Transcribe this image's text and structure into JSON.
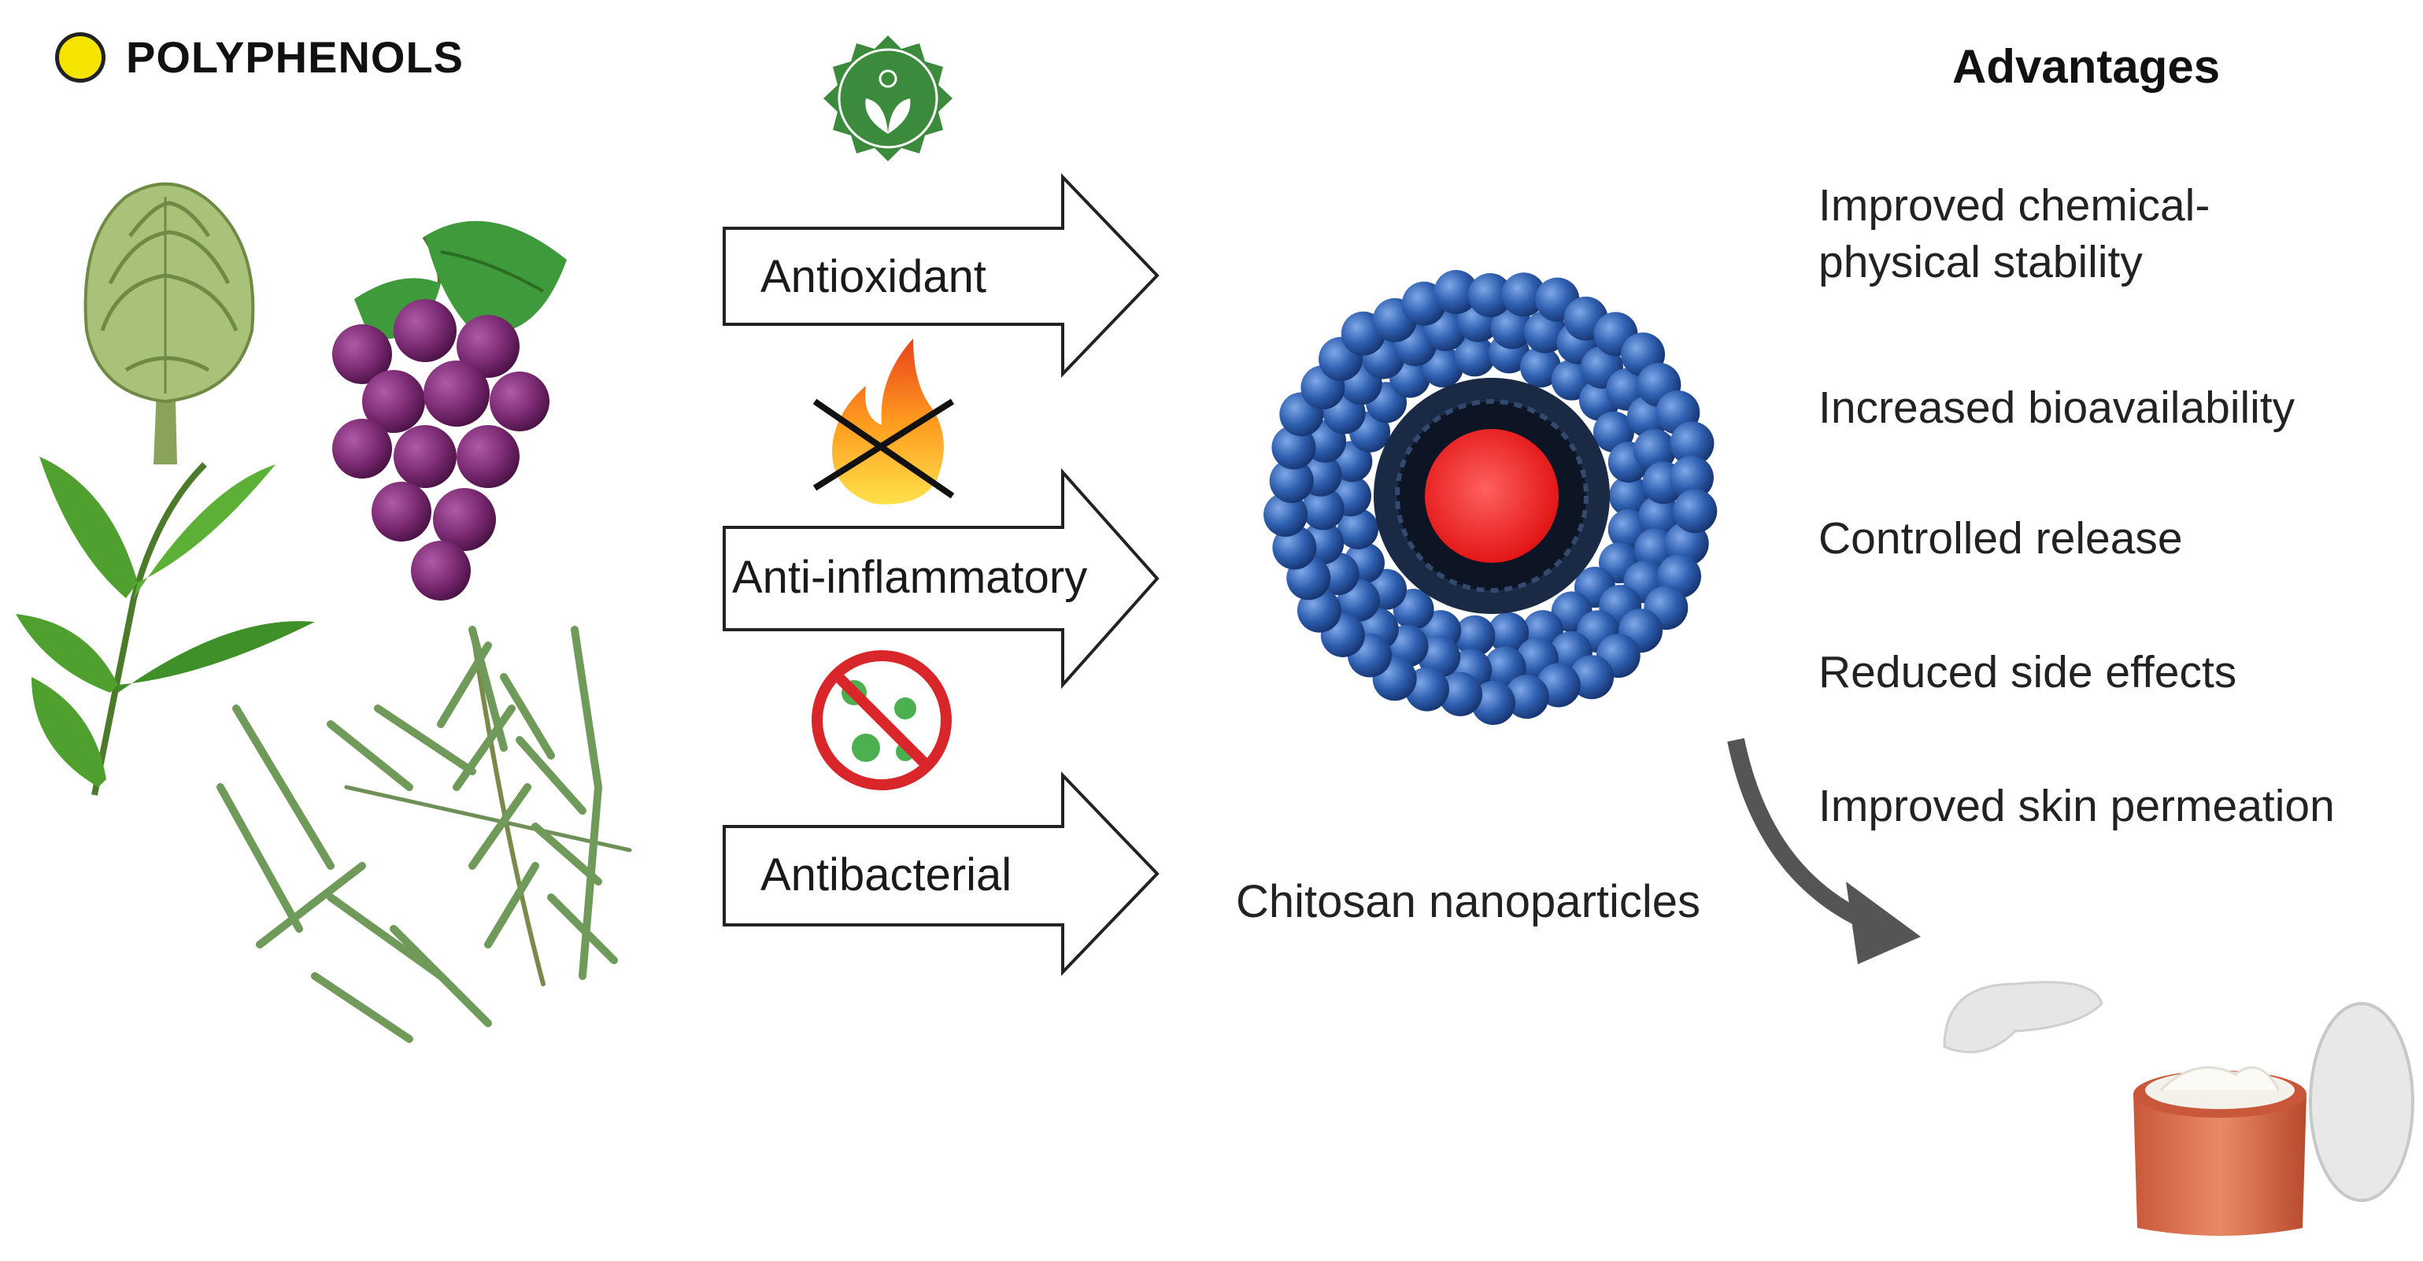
{
  "header": {
    "title": "POLYPHENOLS",
    "marker_color": "#f5e400"
  },
  "sources": [
    {
      "name": "artichoke-image"
    },
    {
      "name": "grape-image"
    },
    {
      "name": "tea-leaf-image"
    },
    {
      "name": "rosemary-image"
    }
  ],
  "properties": [
    {
      "label": "Antioxidant",
      "icon": "antioxidant-badge-icon"
    },
    {
      "label": "Anti-inflammatory",
      "icon": "no-fire-icon"
    },
    {
      "label": "Antibacterial",
      "icon": "no-bacteria-icon"
    }
  ],
  "nanoparticle": {
    "label": "Chitosan nanoparticles",
    "core_color": "#ff2020",
    "shell_color": "#2f5fb0"
  },
  "advantages": {
    "title": "Advantages",
    "items": [
      "Improved chemical-\nphysical stability",
      "Increased bioavailability",
      "Controlled release",
      "Reduced side effects",
      "Improved skin permeation"
    ]
  },
  "product": {
    "name": "cosmetic-cream-jar-image"
  }
}
